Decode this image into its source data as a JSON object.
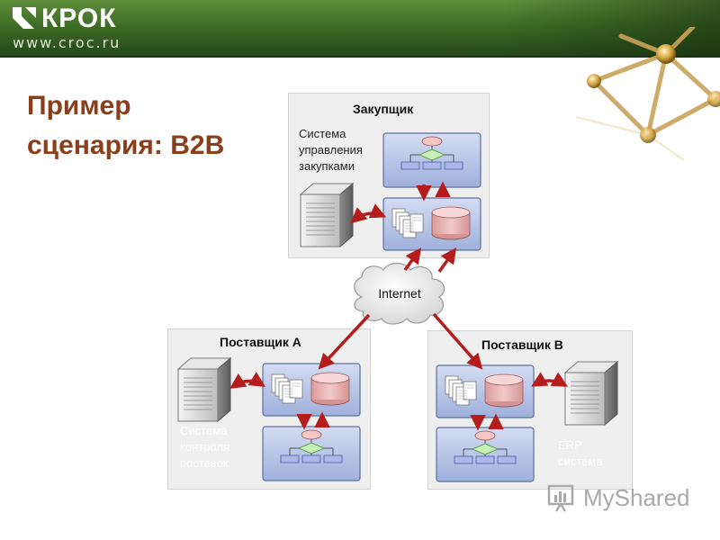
{
  "header": {
    "brand": "КРОК",
    "url": "www.croc.ru"
  },
  "slide": {
    "title_line1": "Пример",
    "title_line2": "сценария: B2B"
  },
  "nodes": {
    "buyer": {
      "title": "Закупщик",
      "desc_line1": "Система",
      "desc_line2": "управления",
      "desc_line3": "закупками"
    },
    "supplier_a": {
      "title": "Поставщик А",
      "desc_line1": "Система",
      "desc_line2": "контроля",
      "desc_line3": "поставок"
    },
    "supplier_b": {
      "title": "Поставщик В",
      "desc_line1": "ERP",
      "desc_line2": "система"
    },
    "internet": {
      "label": "Internet"
    }
  },
  "colors": {
    "title_brown": "#8a3e1a",
    "header_green": "#3e6d25",
    "arrow_red": "#b51c1c",
    "panel_bg": "#efefef",
    "box_blue": "#b9c6e6",
    "db_pink": "#e7b8b8",
    "flow_green": "#b7e3a8"
  },
  "icons": [
    "croc-logo-icon",
    "server-icon",
    "database-icon",
    "document-stack-icon",
    "flowchart-icon",
    "cloud-icon",
    "myshared-logo-icon"
  ],
  "watermark": {
    "text": "MyShared"
  }
}
